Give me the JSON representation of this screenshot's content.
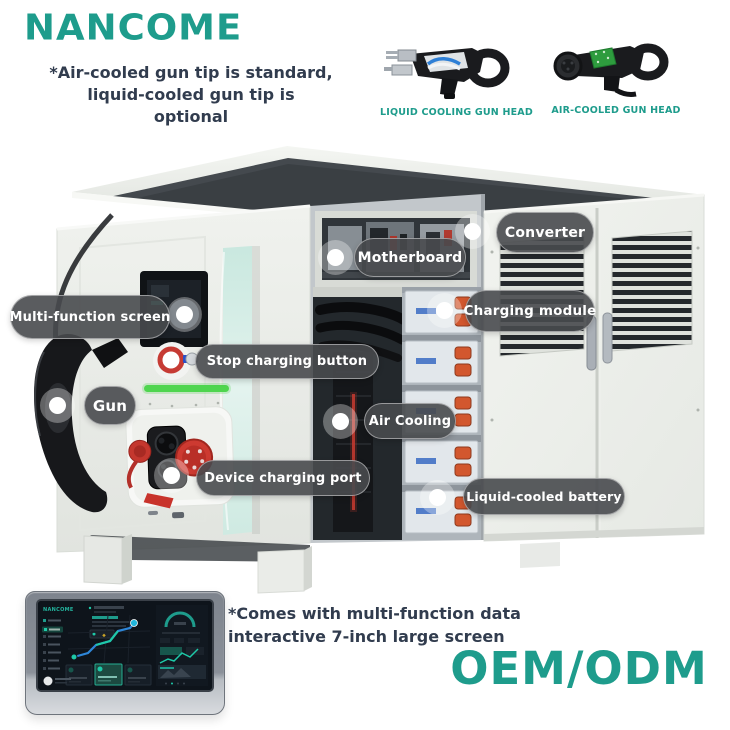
{
  "colors": {
    "accent": "#1E9C8C",
    "dark_text": "#313C4E",
    "pill_bg": "rgba(72,74,78,0.9)",
    "green_led": "#4FD54F",
    "red": "#C63B34",
    "orange": "#D2572E"
  },
  "header": {
    "logo": "NANCOME",
    "note_line1": "*Air-cooled gun tip is standard,",
    "note_line2": "liquid-cooled gun tip is optional"
  },
  "gun_heads": {
    "liquid": {
      "label": "LIQUID COOLING GUN HEAD"
    },
    "air": {
      "label": "AIR-COOLED GUN HEAD"
    }
  },
  "callouts": {
    "multi_function_screen": "Multi-function screen",
    "stop_charging_button": "Stop charging button",
    "gun": "Gun",
    "device_charging_port": "Device charging port",
    "motherboard": "Motherboard",
    "converter": "Converter",
    "charging_module": "Charging module",
    "air_cooling": "Air Cooling",
    "liquid_cooled_battery": "Liquid-cooled battery"
  },
  "screen_preview": {
    "brand": "NANCOME"
  },
  "footer": {
    "note_line1": "*Comes with multi-function data",
    "note_line2": "interactive 7-inch large screen",
    "oem_odm": "OEM/ODM"
  }
}
